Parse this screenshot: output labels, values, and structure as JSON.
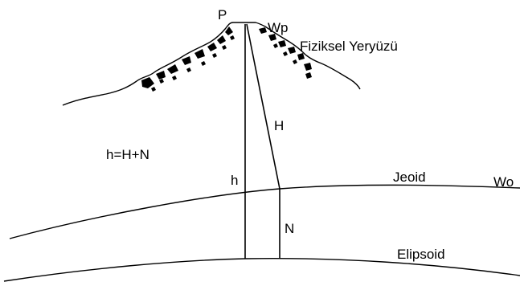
{
  "labels": {
    "point_p": "P",
    "wp": "Wp",
    "physical_surface": "Fiziksel Yeryüzü",
    "orthometric_height": "H",
    "formula": "h=H+N",
    "ellipsoidal_height": "h",
    "geoid": "Jeoid",
    "wo": "Wo",
    "geoid_undulation": "N",
    "ellipsoid": "Elipsoid"
  },
  "colors": {
    "ink": "#000000",
    "background": "#ffffff"
  }
}
